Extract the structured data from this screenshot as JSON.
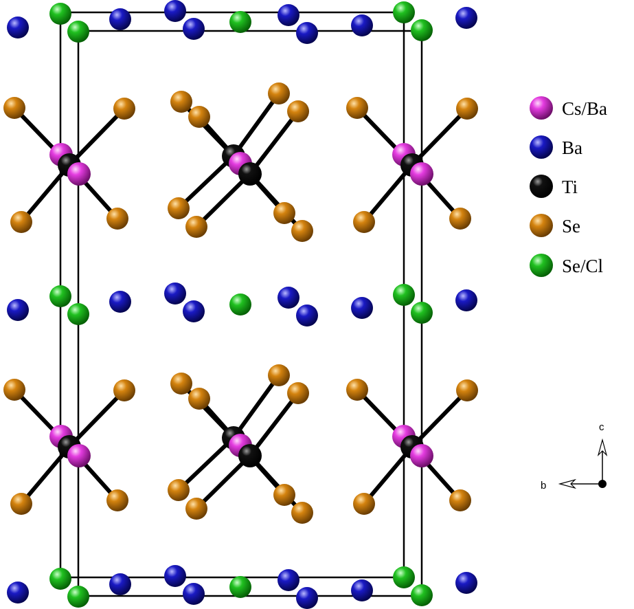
{
  "legend": [
    {
      "label": "Cs/Ba",
      "color": "#e43ce0"
    },
    {
      "label": "Ba",
      "color": "#1a1ac4"
    },
    {
      "label": "Ti",
      "color": "#111111"
    },
    {
      "label": "Se",
      "color": "#d4830f"
    },
    {
      "label": "Se/Cl",
      "color": "#20c020"
    }
  ],
  "axes": {
    "c_label": "c",
    "b_label": "b"
  },
  "colors": {
    "cs_ba": "#e43ce0",
    "ba": "#1a1ac4",
    "ti": "#111111",
    "se": "#d4830f",
    "se_cl": "#20c020",
    "bond": "#000000",
    "cell": "#000000"
  }
}
